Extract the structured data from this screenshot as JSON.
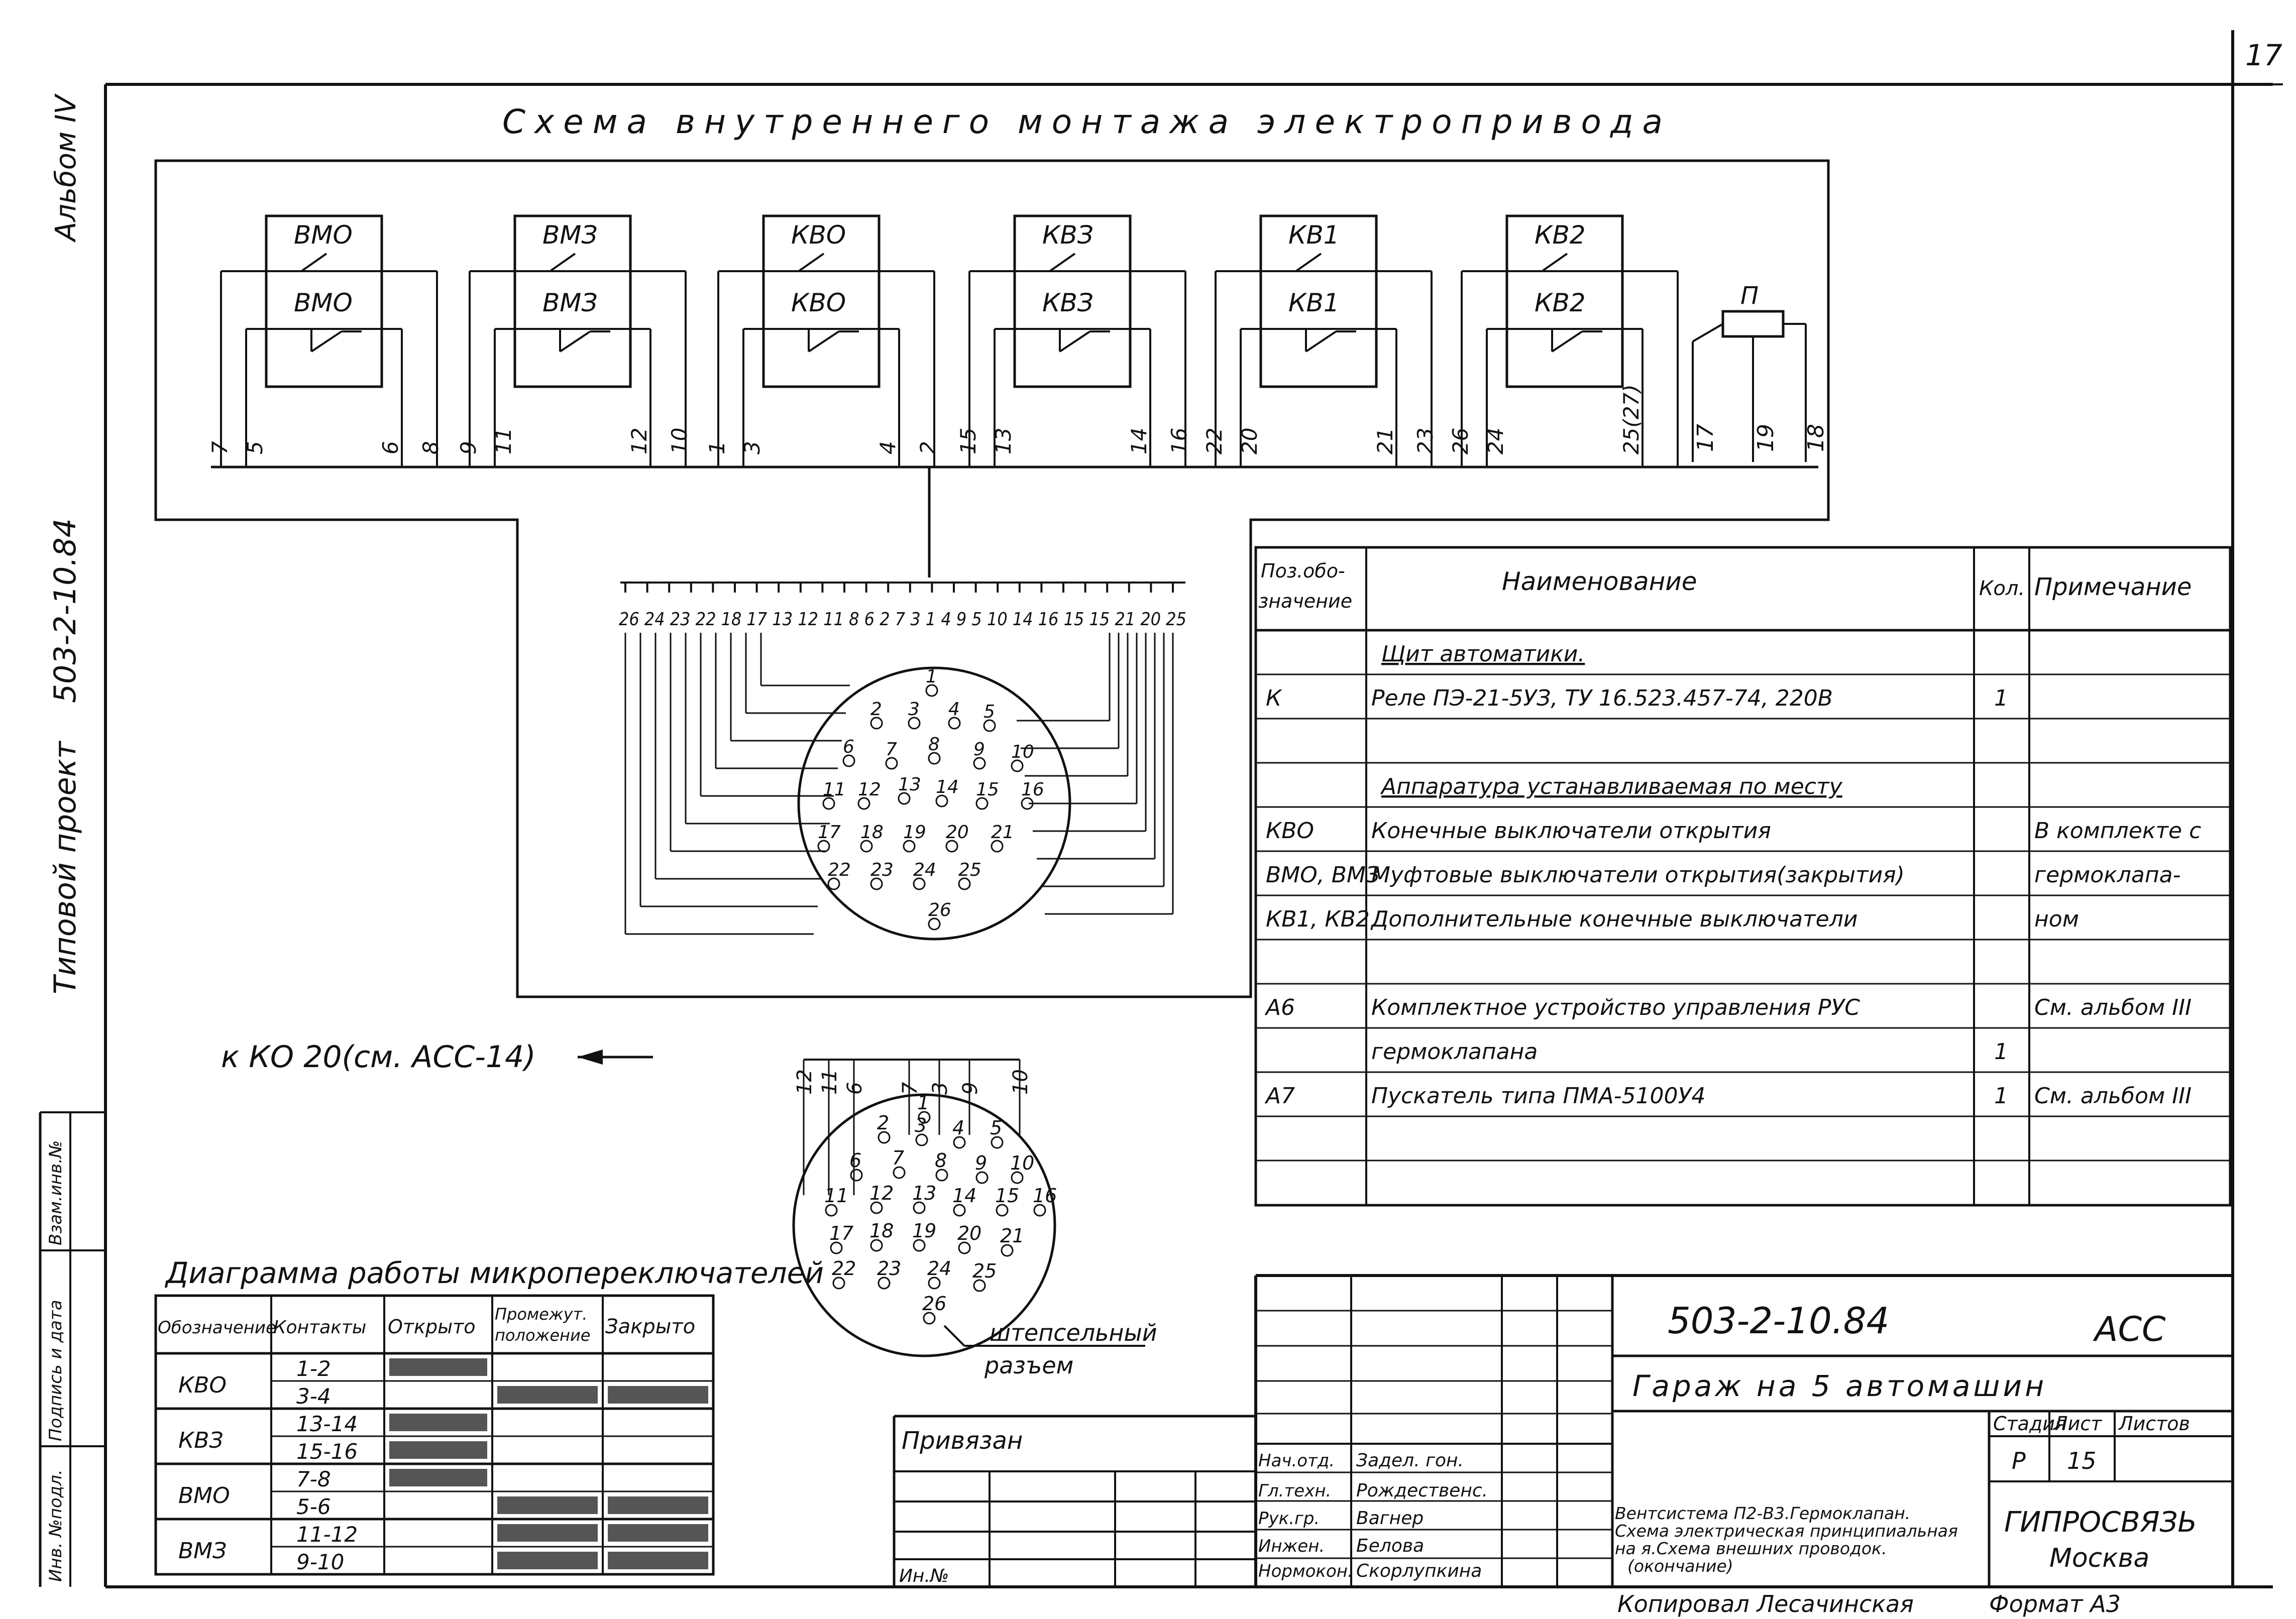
{
  "sheet_number": "17",
  "margin": {
    "album": "Альбом IV",
    "project_code": "503-2-10.84",
    "project_type": "Типовой проект",
    "stamp_labels": [
      "Инв. №подл.",
      "Подпись и дата",
      "Взам.инв.№"
    ]
  },
  "schematic": {
    "title": "Схема внутреннего монтажа электропривода",
    "switches": [
      {
        "top": "ВМО",
        "bottom": "ВМО",
        "left": "7",
        "right": "5",
        "right2": "6",
        "right3": "8"
      },
      {
        "top": "ВМЗ",
        "bottom": "ВМЗ",
        "left": "9",
        "right": "11",
        "right2": "12",
        "right3": "10"
      },
      {
        "top": "КВО",
        "bottom": "КВО",
        "left": "1",
        "right": "3",
        "right2": "4",
        "right3": "2"
      },
      {
        "top": "КВЗ",
        "bottom": "КВЗ",
        "left": "15",
        "right": "13",
        "right2": "14",
        "right3": "16"
      },
      {
        "top": "КВ1",
        "bottom": "КВ1",
        "left": "22",
        "right": "20",
        "right2": "21",
        "right3": "23"
      },
      {
        "top": "КВ2",
        "bottom": "КВ2",
        "left": "26",
        "right": "24",
        "right2": "25(27)",
        "right3": ""
      }
    ],
    "potentiometer": {
      "label": "П",
      "wires": [
        "17",
        "19",
        "18"
      ]
    },
    "connector_wire_labels": "26 24 23 22 18 17 13 12 11 8 6 2 7 3 1 4 9 5 10 14 16 15 15 21 20 25",
    "connector_pins": [
      "1",
      "2",
      "3",
      "4",
      "5",
      "6",
      "7",
      "8",
      "9",
      "10",
      "11",
      "12",
      "13",
      "14",
      "15",
      "16",
      "17",
      "18",
      "19",
      "20",
      "21",
      "22",
      "23",
      "24",
      "25",
      "26"
    ]
  },
  "connector2": {
    "arrow_label": "к КО 20(см. АСС-14)",
    "top_labels": [
      "12",
      "11",
      "6",
      "7",
      "3",
      "9",
      "10"
    ],
    "caption_line1": "штепсельный",
    "caption_line2": "разъем"
  },
  "spec_table": {
    "headers": {
      "pos": "Поз.обо-значение",
      "name": "Наименование",
      "qty": "Кол.",
      "note": "Примечание"
    },
    "rows": [
      {
        "pos": "",
        "name": "Щит автоматики.",
        "qty": "",
        "note": ""
      },
      {
        "pos": "К",
        "name": "Реле ПЭ-21-5УЗ, ТУ 16.523.457-74, 220В",
        "qty": "1",
        "note": ""
      },
      {
        "pos": "",
        "name": "",
        "qty": "",
        "note": ""
      },
      {
        "pos": "",
        "name": "Аппаратура устанавливаемая по месту",
        "qty": "",
        "note": ""
      },
      {
        "pos": "КВО",
        "name": "Конечные выключатели открытия",
        "qty": "",
        "note": "В комплекте с"
      },
      {
        "pos": "ВМО, ВМЗ",
        "name": "Муфтовые выключатели открытия(закрытия)",
        "qty": "",
        "note": "гермоклапа-"
      },
      {
        "pos": "КВ1, КВ2",
        "name": "Дополнительные конечные выключатели",
        "qty": "",
        "note": "ном"
      },
      {
        "pos": "",
        "name": "",
        "qty": "",
        "note": ""
      },
      {
        "pos": "А6",
        "name": "Комплектное устройство управления РУС",
        "qty": "",
        "note": "См. альбом III"
      },
      {
        "pos": "",
        "name": "гермоклапана",
        "qty": "1",
        "note": ""
      },
      {
        "pos": "А7",
        "name": "Пускатель типа ПМА-5100У4",
        "qty": "1",
        "note": "См. альбом III"
      },
      {
        "pos": "",
        "name": "",
        "qty": "",
        "note": ""
      },
      {
        "pos": "",
        "name": "",
        "qty": "",
        "note": ""
      }
    ]
  },
  "diagram_table": {
    "title": "Диаграмма работы микропереключателей",
    "headers": [
      "Обозначение",
      "Контакты",
      "Открыто",
      "Промежут. положение",
      "Закрыто"
    ],
    "groups": [
      {
        "designation": "КВО",
        "contacts": [
          "1-2",
          "3-4"
        ],
        "open": [
          true,
          false
        ],
        "middle": [
          false,
          true
        ],
        "closed": [
          false,
          true
        ]
      },
      {
        "designation": "КВЗ",
        "contacts": [
          "13-14",
          "15-16"
        ],
        "open": [
          true,
          true
        ],
        "middle": [
          false,
          false
        ],
        "closed": [
          false,
          false
        ]
      },
      {
        "designation": "ВМО",
        "contacts": [
          "7-8",
          "5-6"
        ],
        "open": [
          true,
          false
        ],
        "middle": [
          false,
          true
        ],
        "closed": [
          false,
          true
        ]
      },
      {
        "designation": "ВМЗ",
        "contacts": [
          "11-12",
          "9-10"
        ],
        "open": [
          false,
          false
        ],
        "middle": [
          true,
          true
        ],
        "closed": [
          true,
          true
        ]
      }
    ]
  },
  "title_block": {
    "doc_code": "503-2-10.84",
    "mark": "АСС",
    "object": "Гараж на 5 автомашин",
    "privyazan": "Привязан",
    "inv_no": "Ин.№",
    "roles": [
      {
        "role": "Нач.отд.",
        "name": "Задел. гон."
      },
      {
        "role": "Гл.техн.",
        "name": "Рождественс."
      },
      {
        "role": "Рук.гр.",
        "name": "Вагнер"
      },
      {
        "role": "Инжен.",
        "name": "Белова"
      },
      {
        "role": "Нормокон.",
        "name": "Скорлупкина"
      }
    ],
    "description": [
      "Вентсистема П2-В3.Гермоклапан.",
      "Схема электрическая принципиальная",
      "на я.Схема внешних проводок.",
      "(окончание)"
    ],
    "stage_header": "Стадия",
    "sheet_header": "Лист",
    "sheets_header": "Листов",
    "stage": "Р",
    "sheet": "15",
    "org": "ГИПРОСВЯЗЬ",
    "city": "Москва",
    "copied_by": "Копировал Лесачинская",
    "format": "Формат А3"
  }
}
